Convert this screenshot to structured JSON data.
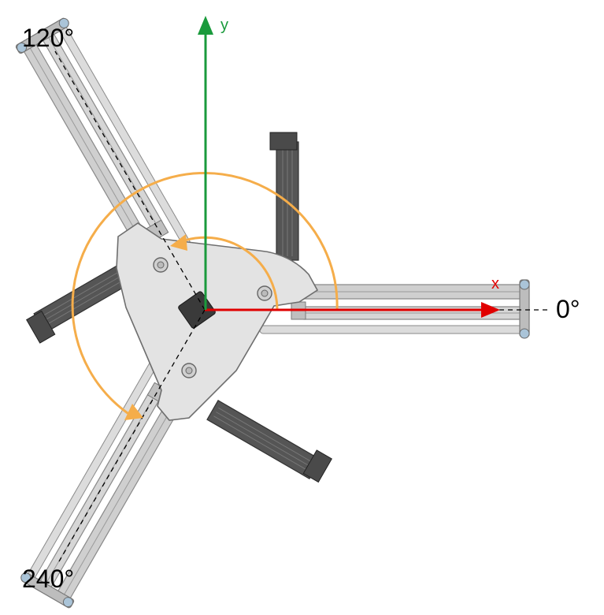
{
  "angles": {
    "a0": "0°",
    "a120": "120°",
    "a240": "240°"
  },
  "axes": {
    "x_label": "x",
    "y_label": "y",
    "x_color": "#e00000",
    "y_color": "#1a9a3c"
  },
  "colors": {
    "arc": "#f5ad4a",
    "plate": "#e4e4e4",
    "rail": "#c8c8c8",
    "motor": "#4a4a4a"
  }
}
